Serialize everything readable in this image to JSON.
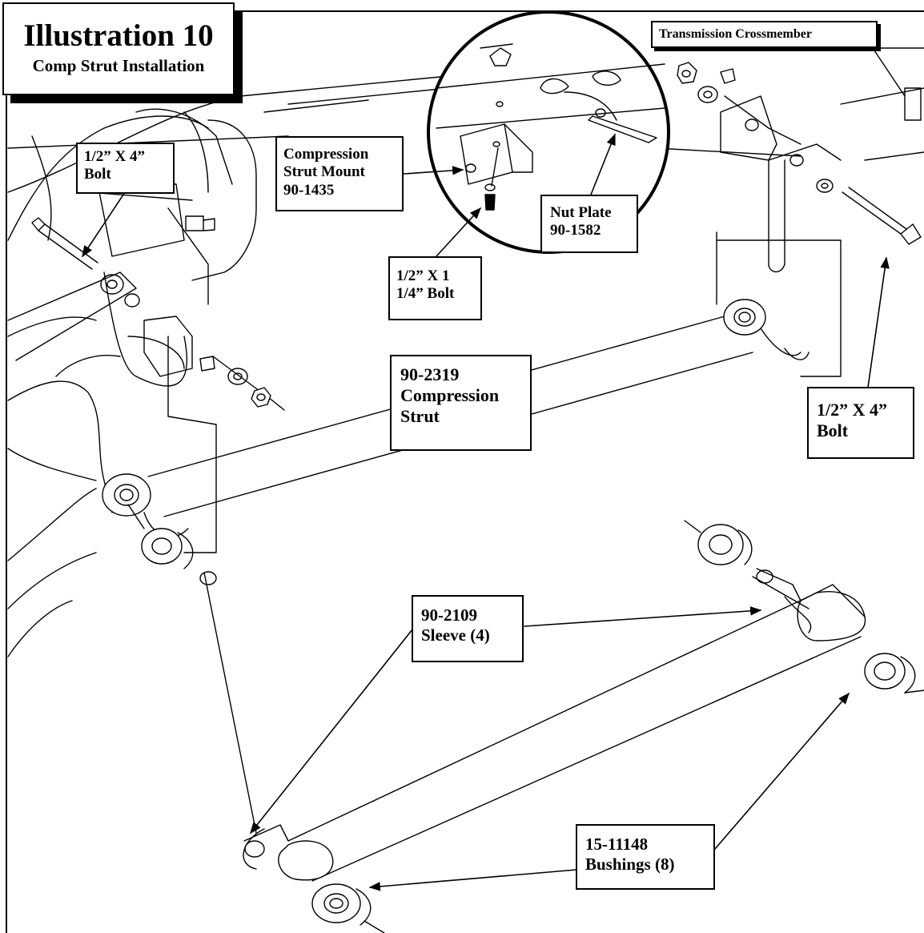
{
  "title": {
    "main": "Illustration 10",
    "sub": "Comp Strut Installation"
  },
  "labels": {
    "transmission_crossmember": "Transmission Crossmember",
    "bolt_left": {
      "line1": "1/2” X 4”",
      "line2": "Bolt"
    },
    "strut_mount": {
      "line1": "Compression",
      "line2": "Strut Mount",
      "line3": "90-1435"
    },
    "nut_plate": {
      "line1": "Nut Plate",
      "line2": "90-1582"
    },
    "bolt_small": {
      "line1": "1/2” X 1",
      "line2": "1/4” Bolt"
    },
    "compression_strut": {
      "line1": "90-2319",
      "line2": "Compression",
      "line3": "Strut"
    },
    "bolt_right": {
      "line1": "1/2” X 4”",
      "line2": "Bolt"
    },
    "sleeve": {
      "line1": "90-2109",
      "line2": "Sleeve (4)"
    },
    "bushings": {
      "line1": "15-11148",
      "line2": "Bushings (8)"
    }
  }
}
